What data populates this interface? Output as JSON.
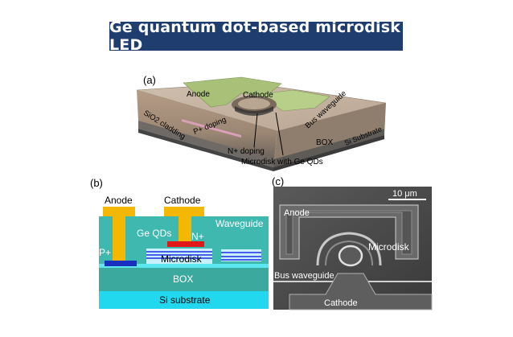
{
  "title": "Ge quantum dot-based microdisk LED",
  "panel_a": {
    "label": "(a)",
    "anode": "Anode",
    "cathode": "Cathode",
    "sio2": "SiO2 cladding",
    "p_doping": "P+ doping",
    "n_doping": "N+ doping",
    "bus_waveguide": "Bus waveguide",
    "box": "BOX",
    "si_substrate": "Si Substrate",
    "microdisk_qd": "Microdisk with Ge QDs"
  },
  "panel_b": {
    "label": "(b)",
    "anode": "Anode",
    "cathode": "Cathode",
    "ge_qds": "Ge QDs",
    "n_plus": "N+",
    "waveguide": "Waveguide",
    "p_plus": "P+",
    "microdisk": "Microdisk",
    "box": "BOX",
    "si_substrate": "Si substrate"
  },
  "panel_c": {
    "label": "(c)",
    "scale_bar": "10 μm",
    "anode": "Anode",
    "microdisk": "Microdisk",
    "bus_waveguide": "Bus waveguide",
    "cathode": "Cathode"
  },
  "colors": {
    "title_bg": "#1f3d6e",
    "metal": "#f5b800",
    "cladding": "#3fb8b0",
    "box": "#3ca99e",
    "substrate": "#22d8ee",
    "p_plus": "#1a2fbf",
    "n_plus": "#e01818",
    "sem_bg": "#4a4a4a"
  }
}
